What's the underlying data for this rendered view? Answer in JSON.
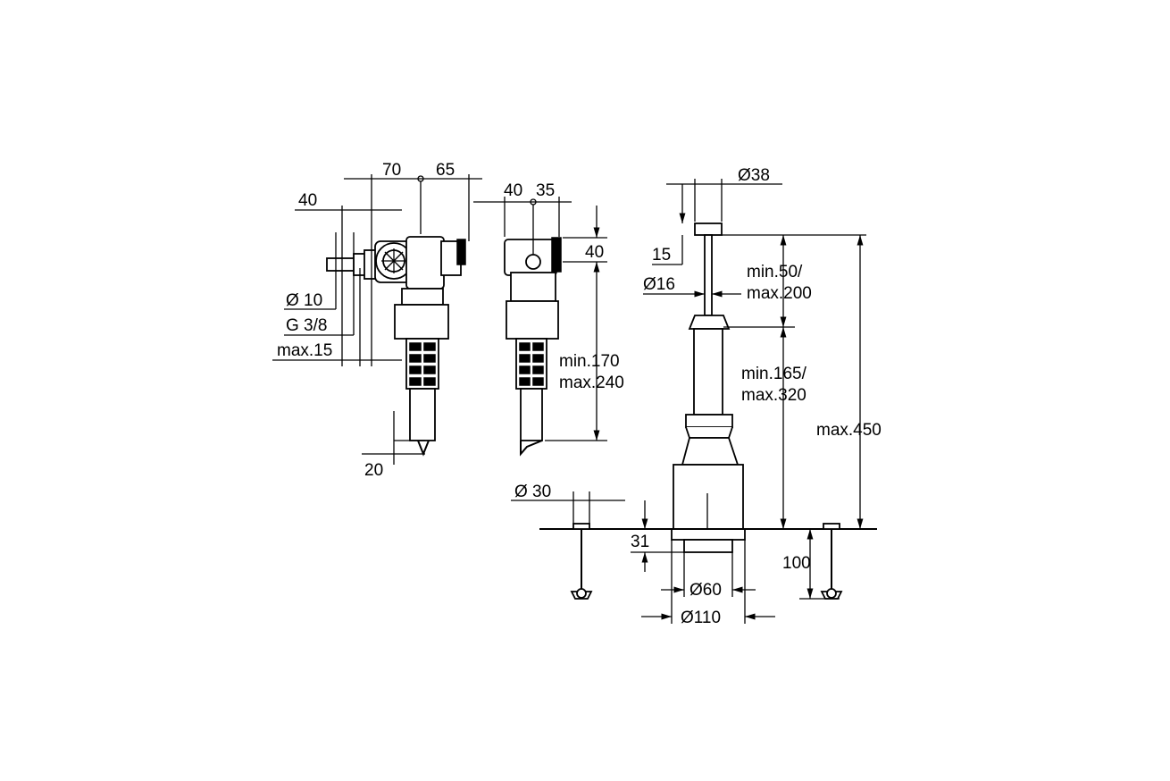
{
  "dimensions": {
    "left_view": {
      "d70": "70",
      "d65": "65",
      "d40": "40",
      "dia10": "Ø 10",
      "g38": "G 3/8",
      "max15": "max.15",
      "d20": "20"
    },
    "side_view": {
      "d40_top": "40",
      "d35": "35",
      "d40_right": "40",
      "height_min": "min.170",
      "height_max": "max.240"
    },
    "flush_valve": {
      "dia38": "Ø38",
      "d15": "15",
      "dia16": "Ø16",
      "stroke_min": "min.50/",
      "stroke_max": "max.200",
      "tube_min": "min.165/",
      "tube_max": "max.320",
      "total_max": "max.450",
      "dia30": "Ø 30",
      "d31": "31",
      "d100": "100",
      "dia60": "Ø60",
      "dia110": "Ø110"
    }
  }
}
